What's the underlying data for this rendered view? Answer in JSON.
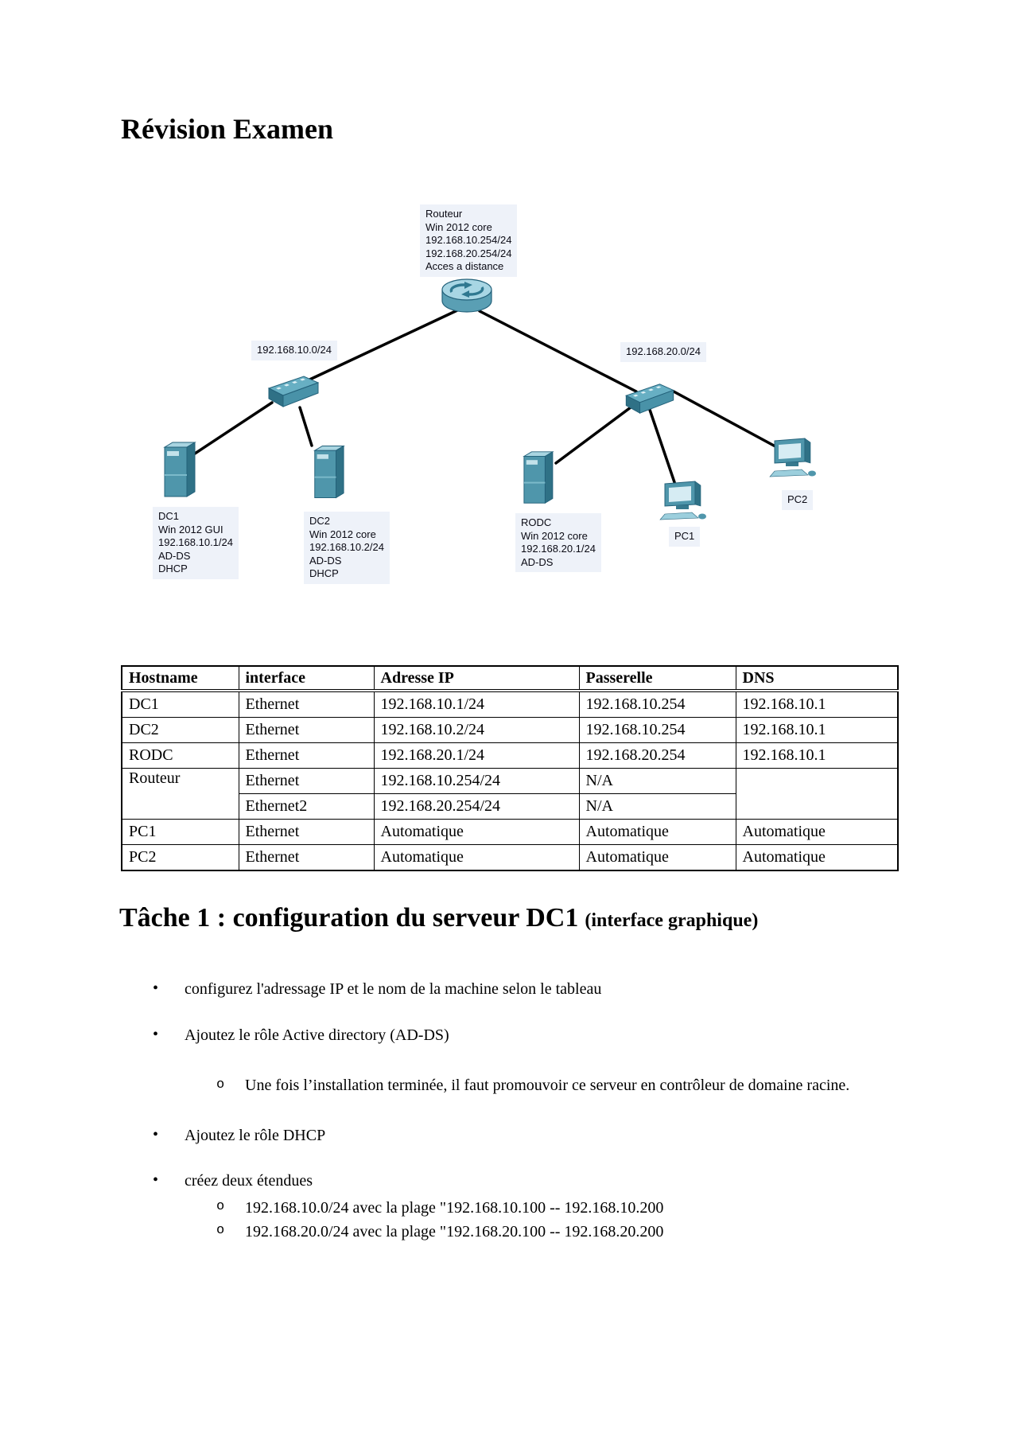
{
  "page": {
    "title": "Révision Examen"
  },
  "diagram": {
    "router_label_lines": [
      "Routeur",
      "Win 2012 core",
      "192.168.10.254/24",
      "192.168.20.254/24",
      "Acces a distance"
    ],
    "network_left": "192.168.10.0/24",
    "network_right": "192.168.20.0/24",
    "dc1_lines": [
      "DC1",
      "Win 2012 GUI",
      "192.168.10.1/24",
      "AD-DS",
      "DHCP"
    ],
    "dc2_lines": [
      "DC2",
      "Win 2012 core",
      "192.168.10.2/24",
      "AD-DS",
      "DHCP"
    ],
    "rodc_lines": [
      "RODC",
      "Win 2012 core",
      "192.168.20.1/24",
      "AD-DS"
    ],
    "pc1_label": "PC1",
    "pc2_label": "PC2",
    "icon_color_main": "#4f96ab",
    "icon_color_light": "#a9d5e1",
    "icon_color_dark": "#2f7186",
    "label_bg": "#eef2f9"
  },
  "table": {
    "headers": [
      "Hostname",
      "interface",
      "Adresse IP",
      "Passerelle",
      "DNS"
    ],
    "rows": [
      {
        "hostname": "DC1",
        "interface": "Ethernet",
        "ip": "192.168.10.1/24",
        "gateway": "192.168.10.254",
        "dns": "192.168.10.1"
      },
      {
        "hostname": "DC2",
        "interface": "Ethernet",
        "ip": "192.168.10.2/24",
        "gateway": "192.168.10.254",
        "dns": "192.168.10.1"
      },
      {
        "hostname": "RODC",
        "interface": "Ethernet",
        "ip": "192.168.20.1/24",
        "gateway": "192.168.20.254",
        "dns": "192.168.10.1"
      },
      {
        "hostname": "Routeur",
        "interface": "Ethernet",
        "ip": "192.168.10.254/24",
        "gateway": "N/A",
        "dns": ""
      },
      {
        "interface": "Ethernet2",
        "ip": "192.168.20.254/24",
        "gateway": "N/A"
      },
      {
        "hostname": "PC1",
        "interface": "Ethernet",
        "ip": "Automatique",
        "gateway": "Automatique",
        "dns": "Automatique"
      },
      {
        "hostname": "PC2",
        "interface": "Ethernet",
        "ip": "Automatique",
        "gateway": "Automatique",
        "dns": "Automatique"
      }
    ]
  },
  "task": {
    "heading_main": "Tâche 1 : configuration du serveur DC1",
    "heading_sub": "(interface graphique)",
    "bullet_marker": "•",
    "sub_marker": "o",
    "bullets": [
      "configurez l'adressage IP et le nom de la machine selon le tableau",
      "Ajoutez le rôle Active directory (AD-DS)",
      "Ajoutez le rôle DHCP",
      "créez deux étendues"
    ],
    "sub_bullets": {
      "ad_ds": "Une fois l’installation terminée, il faut promouvoir ce serveur en contrôleur de domaine racine.",
      "scope1": "192.168.10.0/24 avec la plage \"192.168.10.100 -- 192.168.10.200",
      "scope2": "192.168.20.0/24 avec la plage \"192.168.20.100 -- 192.168.20.200"
    }
  }
}
